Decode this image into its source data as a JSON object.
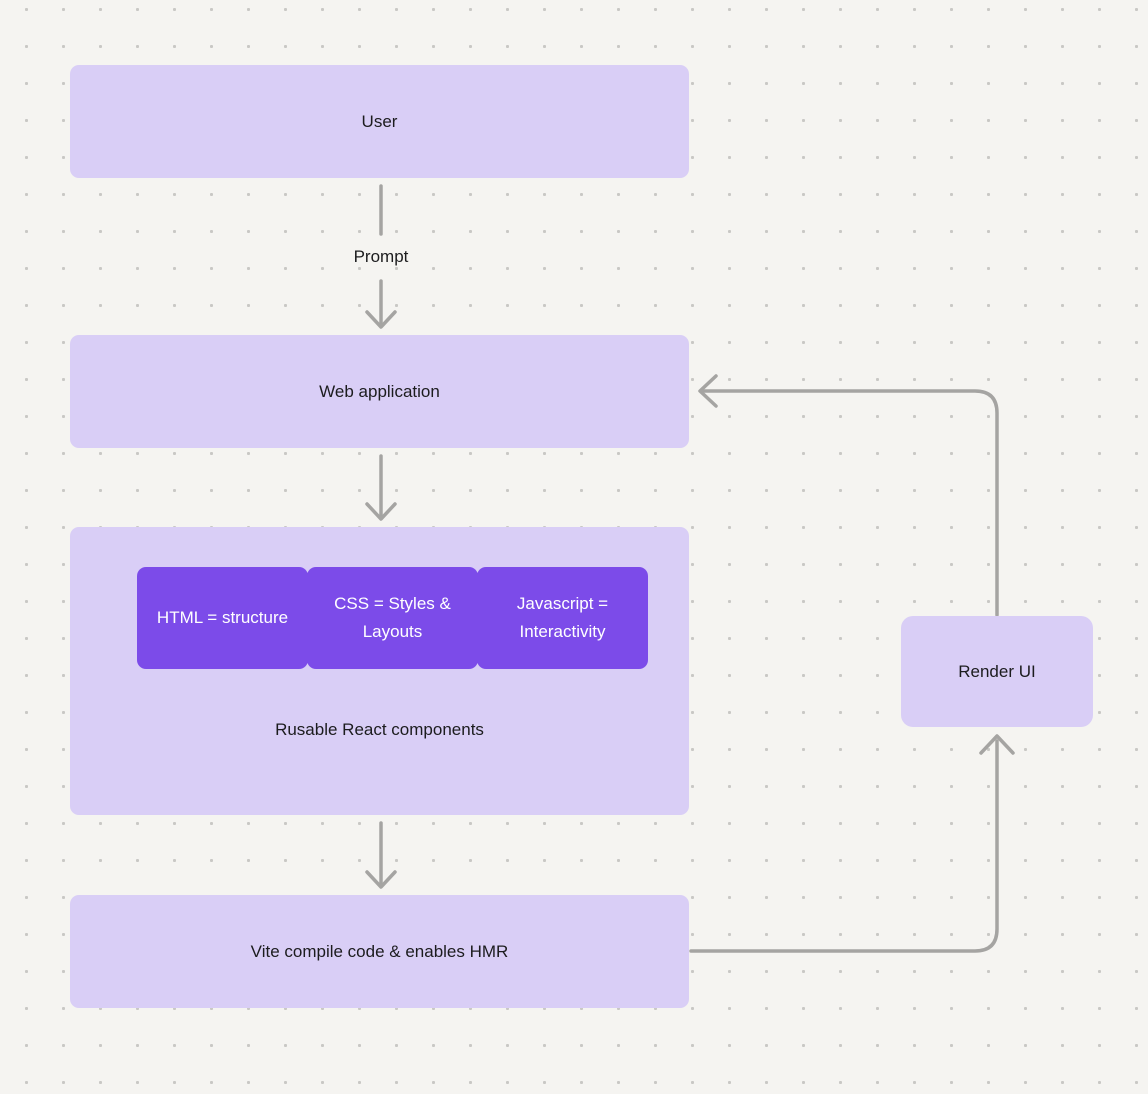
{
  "diagram": {
    "nodes": {
      "user": {
        "label": "User"
      },
      "web_application": {
        "label": "Web application"
      },
      "html": {
        "label": "HTML = structure"
      },
      "css": {
        "label": "CSS = Styles & Layouts"
      },
      "javascript": {
        "label": "Javascript = Interactivity"
      },
      "react_components": {
        "label": "Rusable React components"
      },
      "vite": {
        "label": "Vite compile code & enables HMR"
      },
      "render_ui": {
        "label": "Render UI"
      }
    },
    "edge_labels": {
      "prompt": "Prompt"
    },
    "colors": {
      "background": "#f5f4f1",
      "dot_grid": "#c9c8c5",
      "node_light": "#d9cef6",
      "node_dark": "#7c4be9",
      "arrow": "#a5a4a2",
      "text_dark": "#1c1c1e",
      "text_light": "#ffffff"
    }
  }
}
